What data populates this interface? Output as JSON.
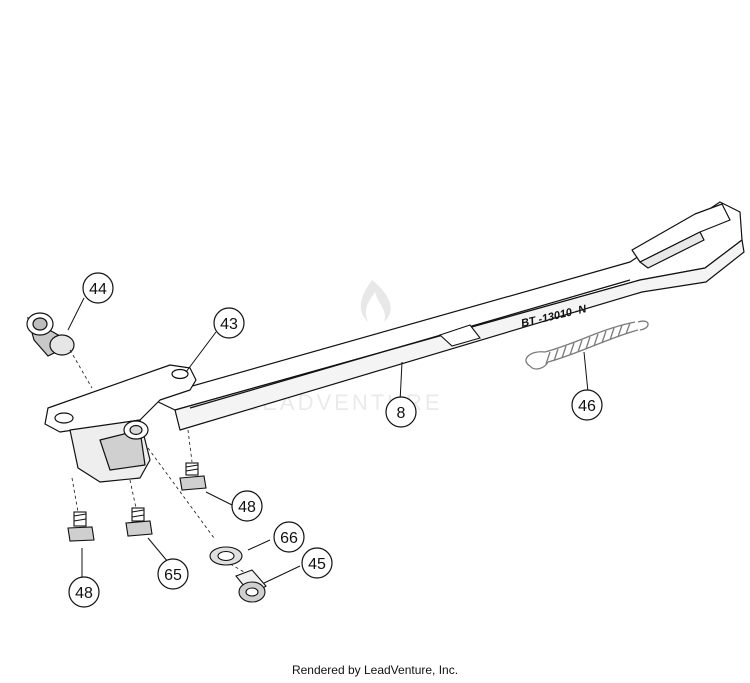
{
  "part_marking": "BT -13010 -N",
  "watermark": {
    "name": "LEADVENTURE"
  },
  "callouts": [
    "44",
    "43",
    "8",
    "46",
    "48",
    "66",
    "45",
    "48",
    "65"
  ],
  "footer": {
    "credit": "Rendered by LeadVenture, Inc."
  },
  "colors": {
    "line": "#111111",
    "fill": "#ffffff",
    "shade": "#bdbdbd",
    "spring": "#7a7a7a"
  }
}
